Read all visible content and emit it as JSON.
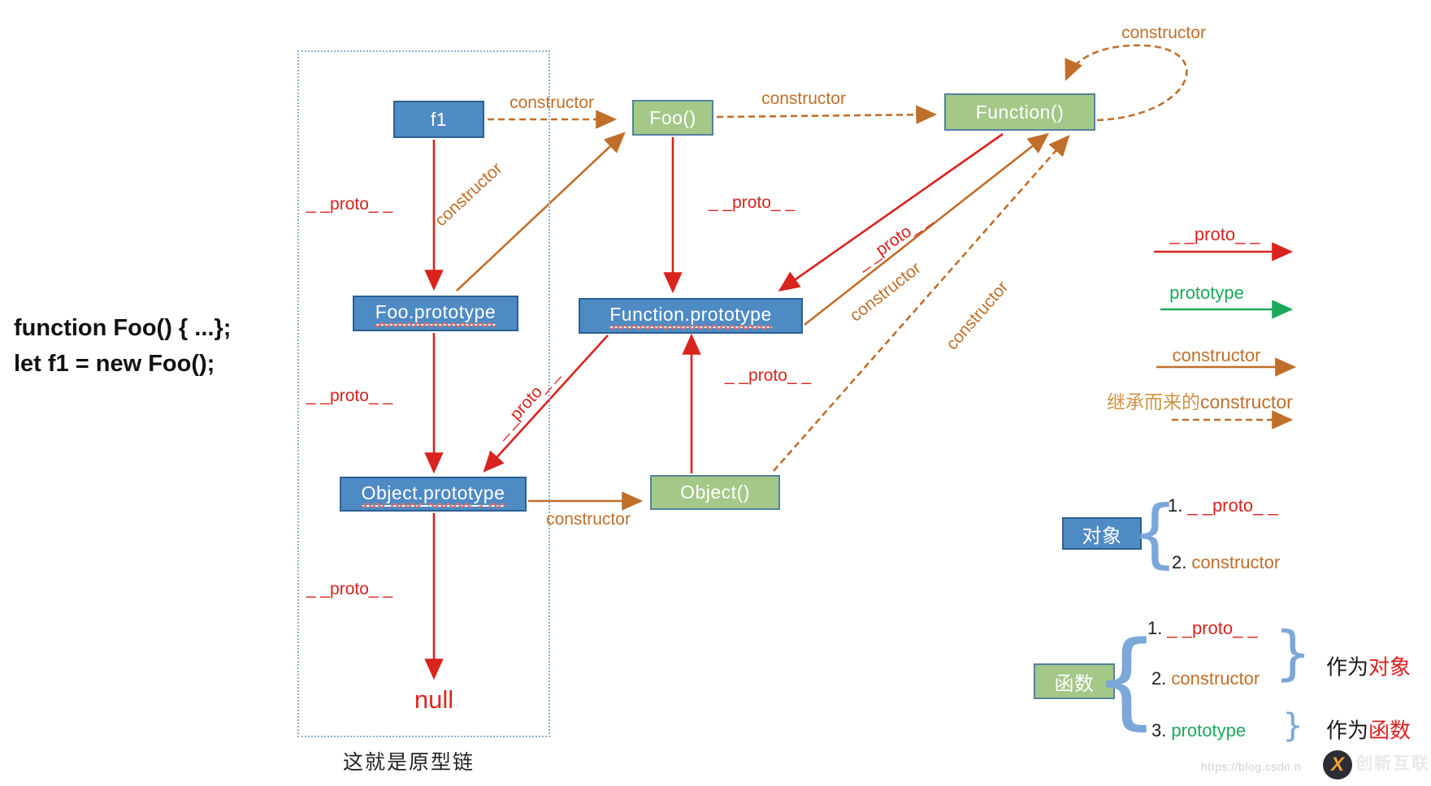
{
  "code": {
    "line1": "function Foo() { ...};",
    "line2": "let f1 = new Foo();"
  },
  "nodes": {
    "f1": "f1",
    "foo": "Foo()",
    "function_ctor": "Function()",
    "foo_prototype": "Foo.prototype",
    "function_prototype": "Function.prototype",
    "object_prototype": "Object.prototype",
    "object_ctor": "Object()",
    "null_value": "null"
  },
  "edges": {
    "f1_constructor": "constructor",
    "foo_constructor": "constructor",
    "function_self_constructor": "constructor",
    "f1_proto": "_ _proto_ _",
    "foo_prototype_constructor": "constructor",
    "foo_proto": "_ _proto_ _",
    "function_proto": "_ _proto_ _",
    "function_prototype_constructor": "constructor",
    "object_inherited_constructor": "constructor",
    "foo_prototype_proto": "_ _proto_ _",
    "function_prototype_diag_proto": "_ _proto_ _",
    "object_proto": "_ _proto_ _",
    "object_prototype_constructor": "constructor",
    "object_prototype_proto": "_ _proto_ _"
  },
  "caption": "这就是原型链",
  "legend": {
    "proto_label": "_ _proto_ _",
    "prototype_label": "prototype",
    "constructor_label": "constructor",
    "inherited_prefix": "继承而来的",
    "inherited_label": "constructor"
  },
  "object_summary": {
    "title": "对象",
    "item1_num": "1.",
    "item1_label": "_ _proto_ _",
    "item2_num": "2.",
    "item2_label": "constructor"
  },
  "function_summary": {
    "title": "函数",
    "item1_num": "1.",
    "item1_label": "_ _proto_ _",
    "item2_num": "2.",
    "item2_label": "constructor",
    "item3_num": "3.",
    "item3_label": "prototype",
    "as_prefix1": "作为",
    "as_object": "对象",
    "as_prefix2": "作为",
    "as_function": "函数"
  },
  "braces": {
    "open": "{",
    "close": "}"
  },
  "watermark": {
    "url": "https://blog.csdn.n",
    "brand": "创新互联",
    "logo_glyph": "X"
  },
  "colors": {
    "proto_red": "#D8231F",
    "constructor_brown": "#C06F2B",
    "prototype_green": "#1CA95C",
    "box_blue": "#4E8AC4",
    "box_green": "#A4C888",
    "highlight_red": "#DE1F1F",
    "frame_blue": "#8AB0D6"
  }
}
